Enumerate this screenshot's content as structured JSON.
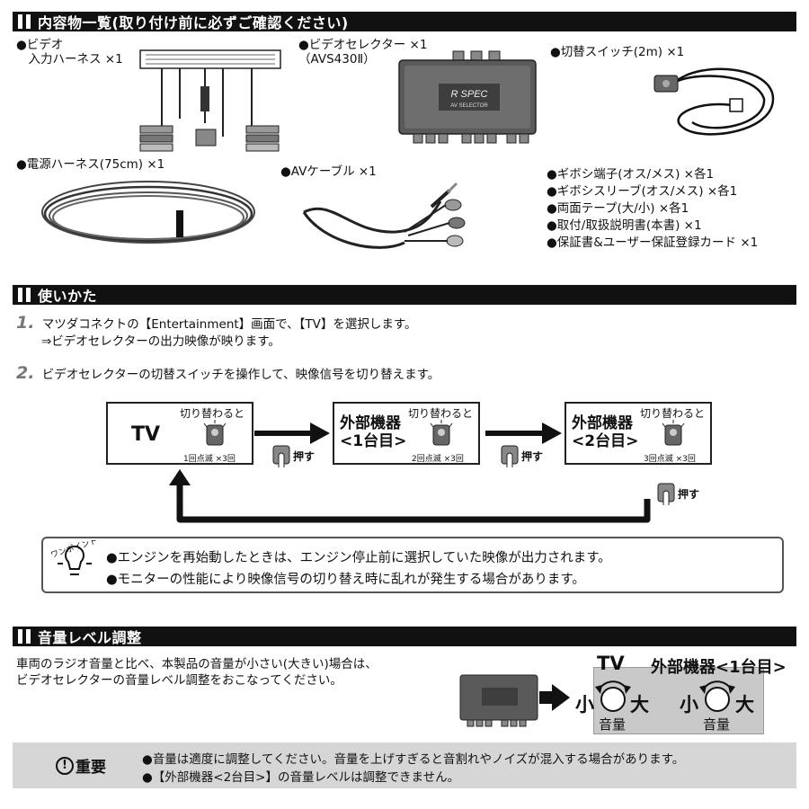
{
  "section1": {
    "title": "内容物一覧(取り付け前に必ずご確認ください)",
    "items": {
      "video_harness_line1": "●ビデオ",
      "video_harness_line2": "　入力ハーネス ×1",
      "selector_line1": "●ビデオセレクター ×1",
      "selector_line2": "（AVS430Ⅱ）",
      "switch": "●切替スイッチ(2m) ×1",
      "power_harness": "●電源ハーネス(75cm) ×1",
      "av_cable": "●AVケーブル ×1",
      "list": [
        "●ギボシ端子(オス/メス) ×各1",
        "●ギボシスリーブ(オス/メス) ×各1",
        "●両面テープ(大/小) ×各1",
        "●取付/取扱説明書(本書) ×1",
        "●保証書&ユーザー保証登録カード ×1"
      ]
    },
    "selector_brand": "R SPEC",
    "selector_sub": "AV SELECTOR"
  },
  "section2": {
    "title": "使いかた",
    "step1_num": "1.",
    "step1_line1": "マツダコネクトの【Entertainment】画面で、【TV】を選択します。",
    "step1_line2": "⇒ビデオセレクターの出力映像が映ります。",
    "step2_num": "2.",
    "step2_line1": "ビデオセレクターの切替スイッチを操作して、映像信号を切り替えます。",
    "flow": {
      "box1_title": "TV",
      "box2_title_line1": "外部機器",
      "box2_title_line2": "<1台目>",
      "box3_title_line1": "外部機器",
      "box3_title_line2": "<2台目>",
      "switch_note": "切り替わると",
      "blink1": "1回点滅 ×3回",
      "blink2": "2回点滅 ×3回",
      "blink3": "3回点滅 ×3回",
      "push": "押す"
    },
    "tip_label": "ワンポイント",
    "tip_line1": "●エンジンを再始動したときは、エンジン停止前に選択していた映像が出力されます。",
    "tip_line2": "●モニターの性能により映像信号の切り替え時に乱れが発生する場合があります。"
  },
  "section3": {
    "title": "音量レベル調整",
    "desc_line1": "車両のラジオ音量と比べ、本製品の音量が小さい(大きい)場合は、",
    "desc_line2": "ビデオセレクターの音量レベル調整をおこなってください。",
    "knob_label_tv": "TV",
    "knob_label_ext": "外部機器<1台目>",
    "small": "小",
    "large": "大",
    "volume": "音量",
    "important_label": "重要",
    "important_mark": "!",
    "important_line1": "●音量は適度に調整してください。音量を上げすぎると音割れやノイズが混入する場合があります。",
    "important_line2": "●【外部機器<2台目>】の音量レベルは調整できません。"
  }
}
